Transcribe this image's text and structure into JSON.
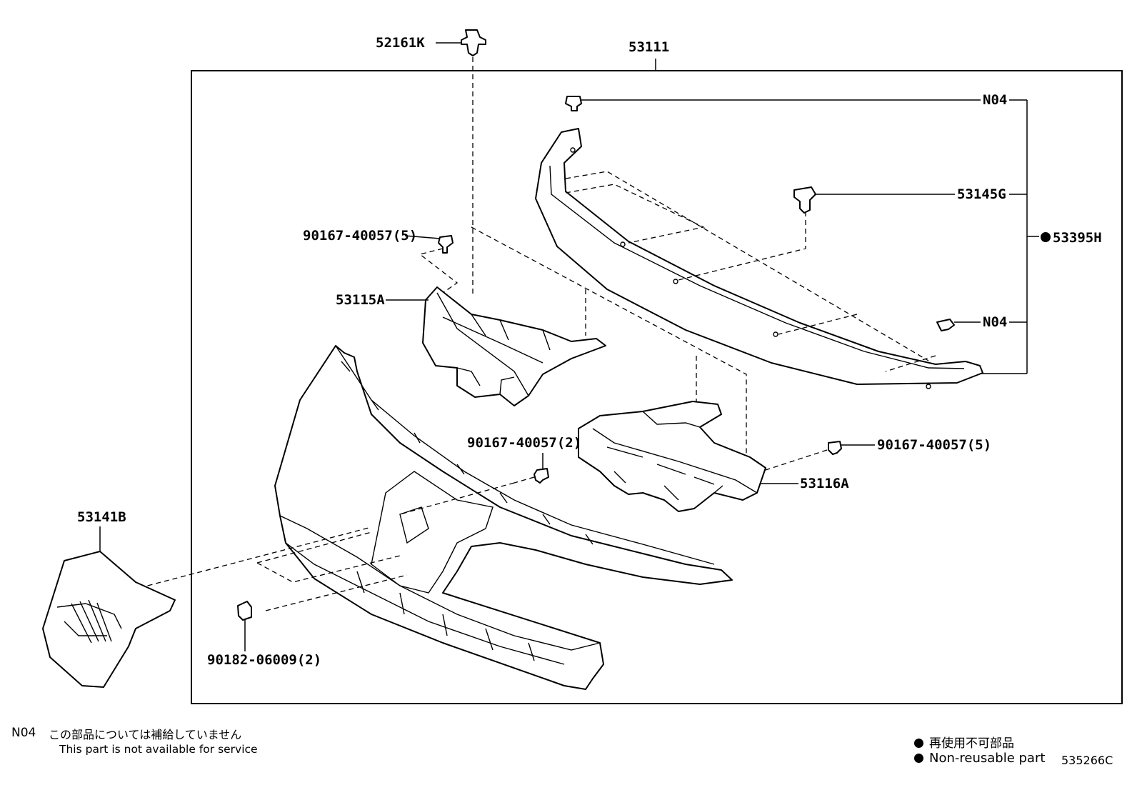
{
  "labels": {
    "clip_top": "52161K",
    "grille_assy": "53111",
    "note_top": "N04",
    "clip_upper": "53145G",
    "kit": "53395H",
    "note_lower": "N04",
    "screw_left": "90167-40057(5)",
    "bracket_left": "53115A",
    "screw_center": "90167-40057(2)",
    "screw_right": "90167-40057(5)",
    "bracket_right": "53116A",
    "emblem": "53141B",
    "nut": "90182-06009(2)"
  },
  "footer": {
    "note_code": "N04",
    "note_japanese": "この部品については補給していません",
    "note_english": "This part is not available for service",
    "legend_japanese": "再使用不可部品",
    "legend_english": "Non-reusable part",
    "diagram_code": "535266C"
  }
}
